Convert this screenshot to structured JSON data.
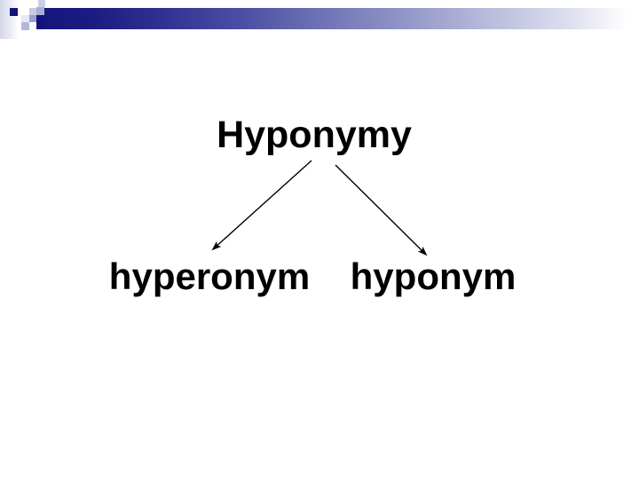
{
  "slide": {
    "title": "Hyponymy",
    "terms": [
      {
        "label": "hyperonym"
      },
      {
        "label": "hyponym"
      }
    ],
    "relations": [
      {
        "from": "Hyponymy",
        "to": "hyperonym"
      },
      {
        "from": "Hyponymy",
        "to": "hyponym"
      }
    ]
  },
  "colors": {
    "background": "#ffffff",
    "text": "#000000",
    "arrow": "#000000",
    "accent_navy": "#13137b",
    "banner_gradient_start": "#16167e",
    "banner_gradient_end": "#ffffff",
    "decor_lavender_light": "#c7cae5",
    "decor_lavender_medium": "#a9aed6"
  }
}
